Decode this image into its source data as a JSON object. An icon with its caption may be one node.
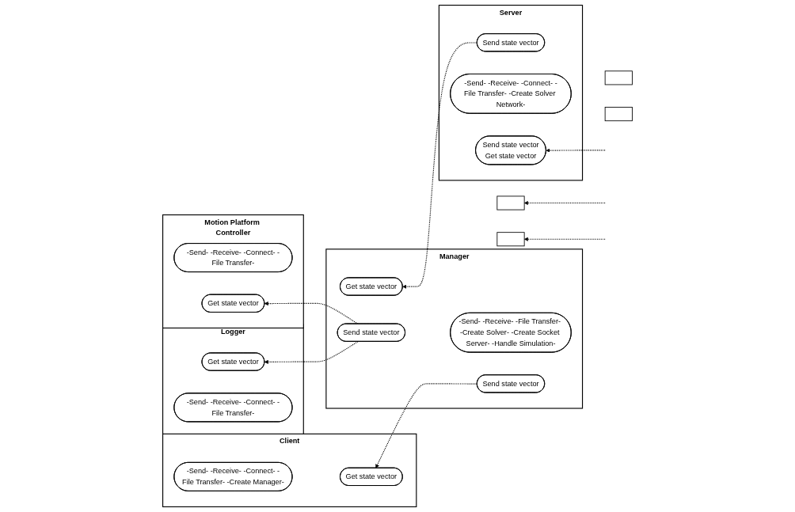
{
  "diagram": {
    "nodes": [
      {
        "text": [
          "Client"
        ]
      },
      {
        "text": [
          "-Send- -Receive- -Connect- -File Transfer- -Create Manager-"
        ],
        "in": 0
      },
      {
        "text": [
          "Get state vector"
        ],
        "in": 0
      },
      {
        "text": [],
        "shape": "box"
      },
      {
        "text": [],
        "shape": "box"
      },
      {
        "text": [
          "Manager"
        ]
      },
      {
        "text": [
          "Send state vector"
        ],
        "in": 5
      },
      {
        "text": [
          "-Send- -Receive- -File Transfer- -Create Solver- -Create Socket Server- -Handle Simulation-"
        ],
        "in": 5
      },
      {
        "text": [
          "Get state vector"
        ],
        "in": 5
      },
      {
        "text": [
          "Send state vector"
        ],
        "in": 5
      },
      {
        "text": [
          "Server"
        ]
      },
      {
        "text": [
          "Send state vector"
        ],
        "in": 10
      },
      {
        "text": [
          "-Send- -Receive- -Connect- -File Transfer- -Create Solver Network-"
        ],
        "in": 10
      },
      {
        "text": [
          "Send state vector",
          "Get state vector"
        ],
        "in": 10
      },
      {
        "text": [],
        "shape": "box"
      },
      {
        "text": [],
        "shape": "box"
      },
      {
        "text": [
          "Motion Platform Controller"
        ]
      },
      {
        "text": [
          "-Send- -Receive- -Connect- -File Transfer-"
        ],
        "in": 16
      },
      {
        "text": [
          "Get state vector"
        ],
        "in": 16
      },
      {
        "text": [
          "Logger"
        ]
      },
      {
        "text": [
          "Get state vector"
        ],
        "in": 19
      },
      {
        "text": [
          "-Send- -Receive- -Connect- -File Transfer-"
        ],
        "in": 19
      }
    ],
    "edges": [
      {
        "from": 6,
        "to": 2,
        "arrow": "to",
        "style": "dashed"
      },
      {
        "from": 11,
        "to": 8,
        "arrow": "to",
        "style": "dashed"
      },
      {
        "from": 9,
        "to": 18,
        "arrow": "to",
        "style": "dashed"
      },
      {
        "from": 9,
        "to": 20,
        "arrow": "to",
        "style": "dashed"
      },
      {
        "from": null,
        "to": 13,
        "arrow": "to",
        "style": "dashed"
      },
      {
        "from": null,
        "to": 14,
        "arrow": "to",
        "style": "dashed"
      },
      {
        "from": null,
        "to": 15,
        "arrow": "to",
        "style": "dashed"
      }
    ]
  }
}
